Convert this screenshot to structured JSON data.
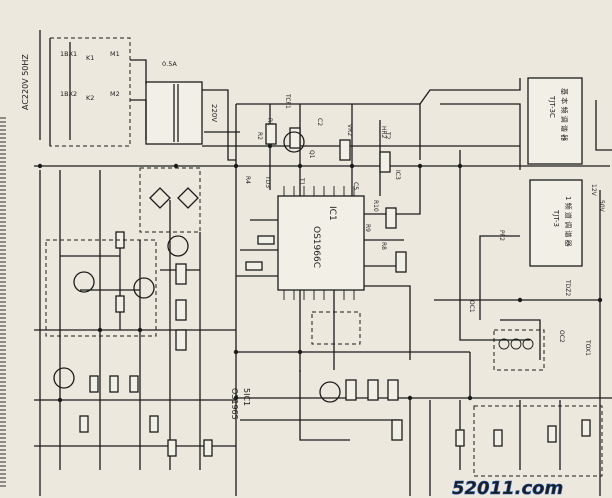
{
  "left_panel": {
    "line": "AC220V 50HZ",
    "fuses": [
      "1BX1",
      "1BX2"
    ],
    "switches": [
      "K1",
      "M1",
      "K2",
      "M2"
    ],
    "fuse_rating": "0.5A",
    "transformer": "220V"
  },
  "mid_panel": {
    "ic1_label": "IC1",
    "ic1_part": "OS1966C",
    "ic2_label": "5IC1",
    "ic2_part": "OS1965",
    "mid_tags": [
      "TCF1",
      "R1",
      "C2",
      "R2",
      "VR2",
      "HR2",
      "R4",
      "TD3",
      "T1",
      "T2",
      "IC3",
      "R10",
      "R8",
      "R9",
      "C5",
      "Q1"
    ]
  },
  "right_panel": {
    "ctrl1_line1": "基 本 频 调 谐 器",
    "ctrl1_line2": "TJT-3C",
    "ctrl2_line1": "1 频 道 调 谐 器",
    "ctrl2_line2": "TJT-3",
    "right_tags": [
      "PF2",
      "OC1",
      "OC2",
      "TOX1",
      "TDZ2",
      "12V",
      "50V"
    ]
  },
  "watermark": {
    "text": "52011.com",
    "colors": [
      "#d21a1a",
      "#1f58b8"
    ]
  }
}
